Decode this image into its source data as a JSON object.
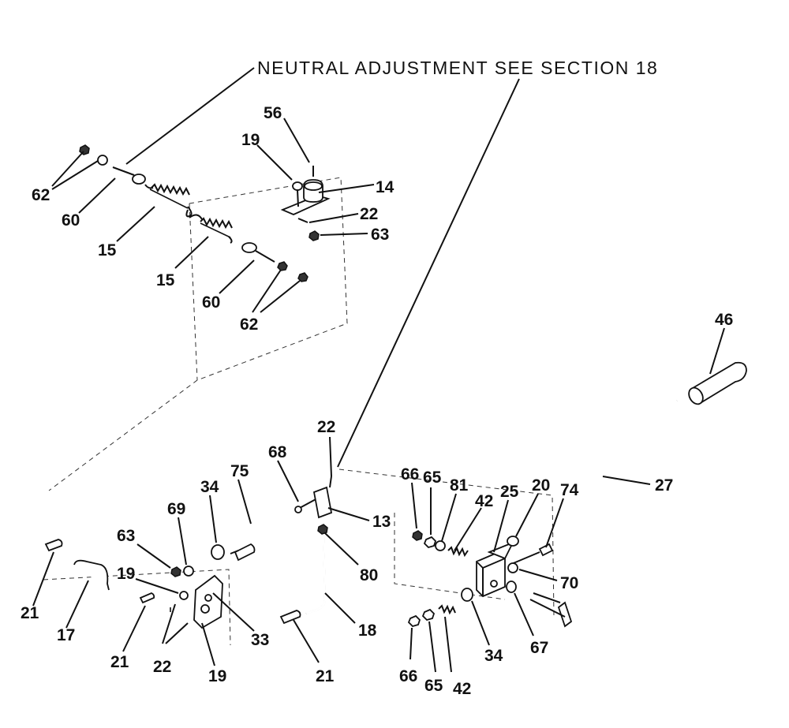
{
  "title": "NEUTRAL ADJUSTMENT SEE SECTION 18",
  "labels": {
    "l62a": "62",
    "l60a": "60",
    "l15a": "15",
    "l15b": "15",
    "l60b": "60",
    "l62b": "62",
    "l56": "56",
    "l19a": "19",
    "l14": "14",
    "l22a": "22",
    "l63a": "63",
    "l46": "46",
    "l27": "27",
    "l22b": "22",
    "l68": "68",
    "l13": "13",
    "l80": "80",
    "l18": "18",
    "l21c": "21",
    "l75": "75",
    "l34a": "34",
    "l69": "69",
    "l63b": "63",
    "l19b": "19",
    "l33": "33",
    "l22c": "22",
    "l19c": "19",
    "l21a": "21",
    "l17": "17",
    "l21b": "21",
    "l66a": "66",
    "l65a": "65",
    "l81": "81",
    "l42a": "42",
    "l25": "25",
    "l20": "20",
    "l74": "74",
    "l70": "70",
    "l67": "67",
    "l34b": "34",
    "l42b": "42",
    "l65b": "65",
    "l66b": "66"
  }
}
